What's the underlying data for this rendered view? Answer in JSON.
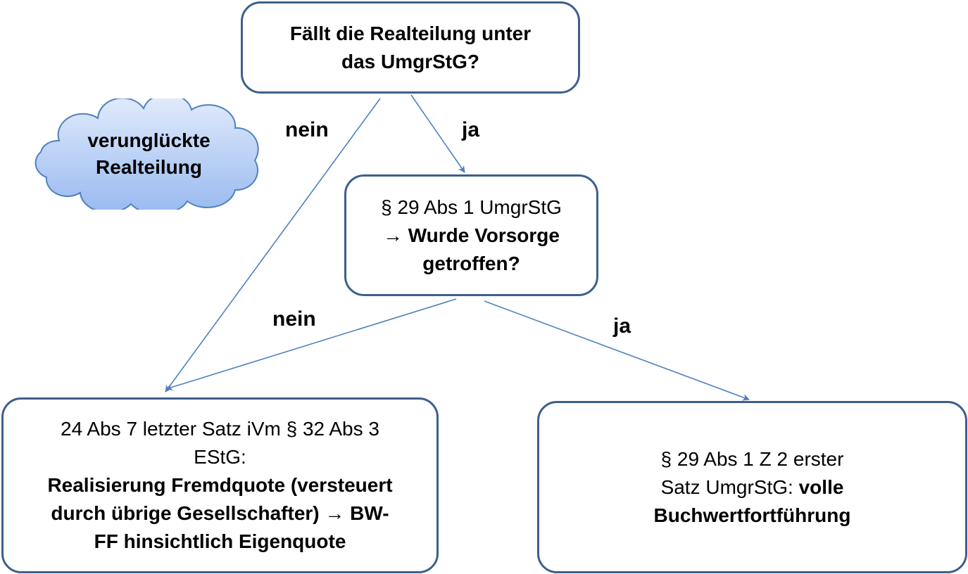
{
  "top_box": {
    "line1": "Fällt die Realteilung unter",
    "line2": "das UmgrStG?"
  },
  "cloud": {
    "line1": "verunglückte",
    "line2": "Realteilung"
  },
  "middle_box": {
    "line1": "§ 29 Abs 1 UmgrStG",
    "line2": "→ Wurde Vorsorge",
    "line3": "getroffen?"
  },
  "left_box": {
    "line1": "24 Abs 7 letzter Satz iVm § 32 Abs 3",
    "line2": "EStG:",
    "line3": "Realisierung Fremdquote (versteuert",
    "line4": "durch übrige Gesellschafter) → BW-",
    "line5": "FF hinsichtlich Eigenquote"
  },
  "right_box": {
    "line1": "§ 29 Abs 1 Z 2 erster",
    "line2_normal": "Satz UmgrStG: ",
    "line2_bold": "volle",
    "line3": "Buchwertfortführung"
  },
  "edges": {
    "top_no": "nein",
    "top_yes": "ja",
    "mid_no": "nein",
    "mid_yes": "ja"
  },
  "colors": {
    "border": "#3d5f8c",
    "arrow": "#4f81bd",
    "cloud_top": "#dfe9fb",
    "cloud_bottom": "#9cbcf0"
  }
}
